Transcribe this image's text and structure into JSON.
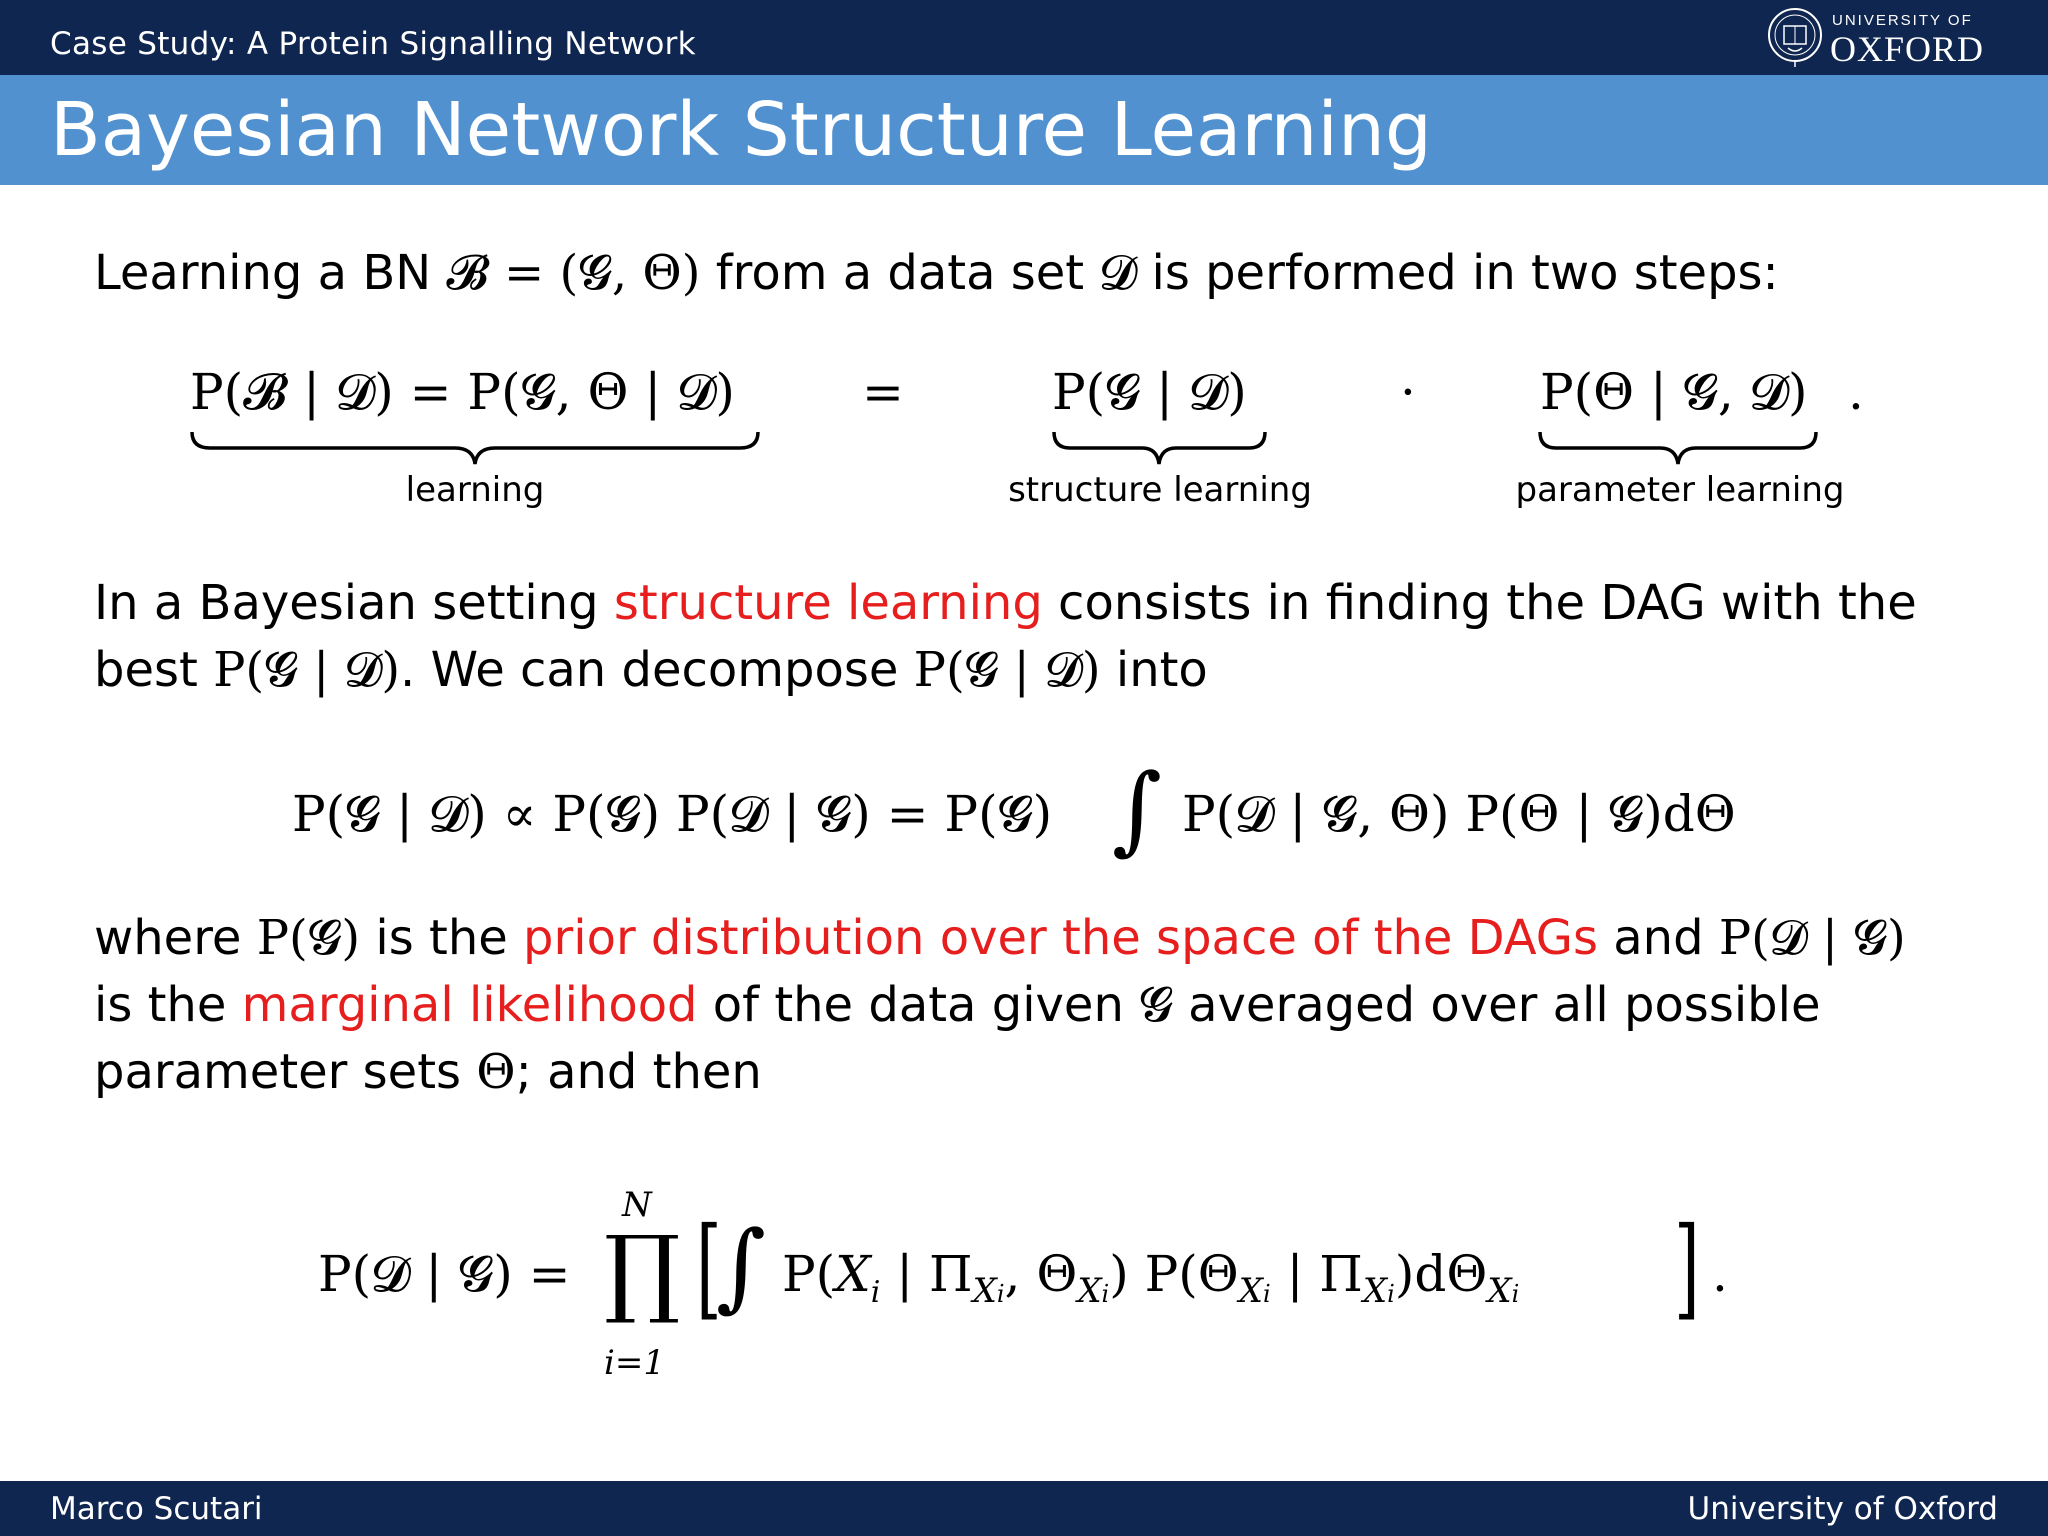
{
  "header": {
    "section_title": "Case Study: A Protein Signalling Network",
    "logo": {
      "line1": "UNIVERSITY OF",
      "line2": "OXFORD"
    }
  },
  "frame_title": "Bayesian Network Structure Learning",
  "para1": {
    "t1": "Learning a BN ",
    "m1": "𝓑 = (𝓖, Θ)",
    "t2": " from a data set ",
    "m2": "𝓓",
    "t3": " is performed in two steps:"
  },
  "eq1": {
    "lhs": "P(𝓑 | 𝓓) = P(𝓖, Θ | 𝓓)",
    "eq": "=",
    "mid": "P(𝓖 | 𝓓)",
    "dot": "·",
    "rhs": "P(Θ | 𝓖, 𝓓)",
    "end": ".",
    "label_left": "learning",
    "label_mid": "structure learning",
    "label_right": "parameter learning"
  },
  "para2": {
    "t1": "In a Bayesian setting ",
    "h1": "structure learning",
    "t2": " consists in finding the DAG with the",
    "t3": "best ",
    "m1": "P(𝓖 | 𝓓)",
    "t4": ". We can decompose ",
    "m2": "P(𝓖 | 𝓓)",
    "t5": " into"
  },
  "eq2": {
    "left": "P(𝓖 | 𝓓) ∝ P(𝓖) P(𝓓 | 𝓖) = P(𝓖)",
    "integral": "∫",
    "right": "P(𝓓 | 𝓖, Θ) P(Θ | 𝓖)dΘ"
  },
  "para3": {
    "t1": "where ",
    "m1": "P(𝓖)",
    "t2": " is the ",
    "h1": "prior distribution over the space of the DAGs",
    "t3": " and ",
    "m2": "P(𝓓 | 𝓖)",
    "t4": "is the ",
    "h2": "marginal likelihood",
    "t5": " of the data given ",
    "m3": "𝓖",
    "t6": " averaged over all possible",
    "t7": "parameter sets ",
    "m4": "Θ",
    "t8": "; and then"
  },
  "eq3": {
    "lhs": "P(𝓓 | 𝓖) =",
    "prod": "∏",
    "upper": "N",
    "lower": "i=1",
    "lbracket": "[",
    "integral": "∫",
    "P1": "P(",
    "X1": "X",
    "s1": "i",
    "bar1": " | Π",
    "X2": "X",
    "s2": "i",
    "comma": ", Θ",
    "X3": "X",
    "s3": "i",
    "c1": ") P(Θ",
    "X4": "X",
    "s4": "i",
    "bar2": " | Π",
    "X5": "X",
    "s5": "i",
    "c2": ")dΘ",
    "X6": "X",
    "s6": "i",
    "rbracket": "]",
    "end": "."
  },
  "footer": {
    "author": "Marco Scutari",
    "institute": "University of Oxford"
  },
  "colors": {
    "navy": "#0f2650",
    "title_blue": "#5191cf",
    "highlight_red": "#e61e1e"
  }
}
